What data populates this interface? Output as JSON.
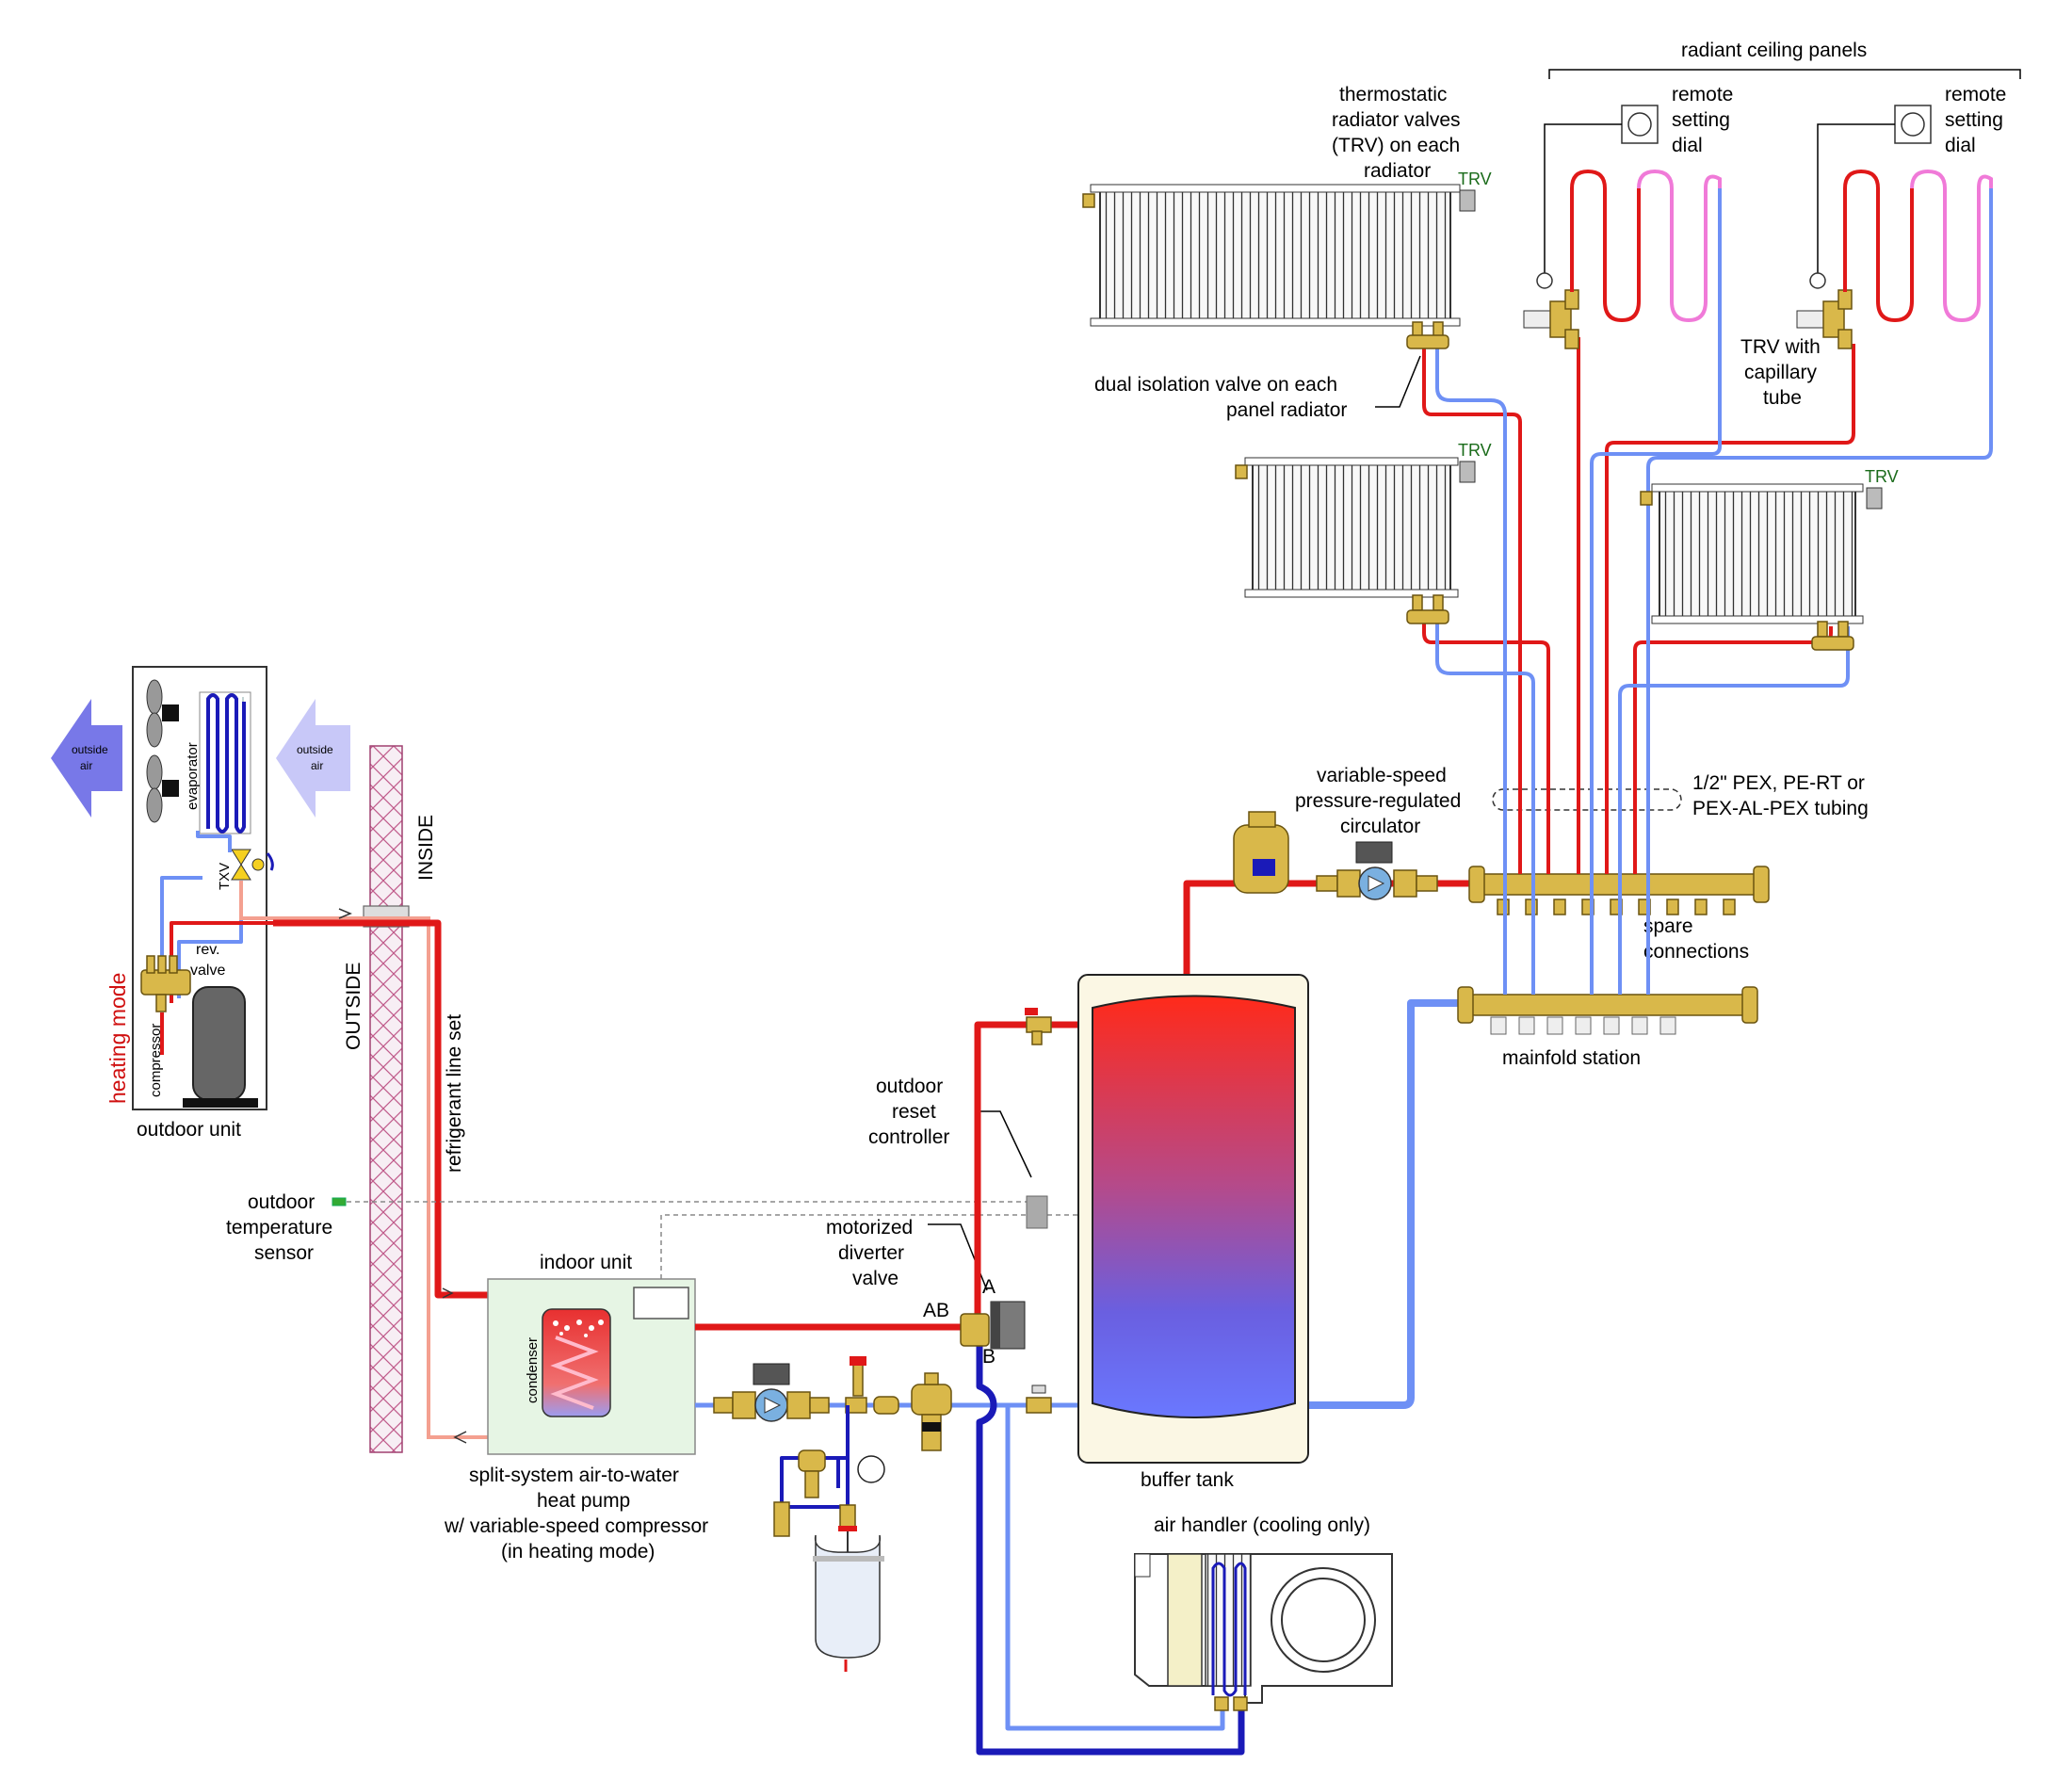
{
  "labels": {
    "radiant_ceiling_panels": "radiant ceiling panels",
    "remote_setting_dial_1": [
      "remote",
      "setting",
      "dial"
    ],
    "remote_setting_dial_2": [
      "remote",
      "setting",
      "dial"
    ],
    "trv_callout": [
      "thermostatic",
      "radiator valves",
      "(TRV) on each",
      "radiator"
    ],
    "trv_tag": "TRV",
    "dual_isolation": [
      "dual isolation valve on each",
      "panel radiator"
    ],
    "trv_capillary": [
      "TRV with",
      "capillary",
      "tube"
    ],
    "circulator": [
      "variable-speed",
      "pressure-regulated",
      "circulator"
    ],
    "tubing": [
      "1/2\" PEX, PE-RT or",
      "PEX-AL-PEX tubing"
    ],
    "spare_connections": [
      "spare",
      "connections"
    ],
    "manifold_station": "mainfold station",
    "outside_air": [
      "outside",
      "air"
    ],
    "evaporator": "evaporator",
    "txv": "TXV",
    "rev_valve": [
      "rev.",
      "valve"
    ],
    "compressor": "compressor",
    "heating_mode": "heating mode",
    "outdoor_unit": "outdoor unit",
    "inside": "INSIDE",
    "outside": "OUTSIDE",
    "refrigerant_line_set": "refrigerant line set",
    "outdoor_reset_controller": [
      "outdoor",
      "reset",
      "controller"
    ],
    "outdoor_temperature_sensor": [
      "outdoor",
      "temperature",
      "sensor"
    ],
    "indoor_unit": "indoor unit",
    "condenser": "condenser",
    "motorized_diverter_valve": [
      "motorized",
      "diverter",
      "valve"
    ],
    "port_ab": "AB",
    "port_a": "A",
    "port_b": "B",
    "buffer_tank": "buffer tank",
    "heat_pump_caption": [
      "split-system air-to-water",
      "heat pump",
      "w/ variable-speed compressor",
      "(in heating mode)"
    ],
    "air_handler": "air handler (cooling only)"
  },
  "colors": {
    "supply_hot": "#e01818",
    "return_cool": "#6e90f5",
    "chilled_return": "#1a1ab8",
    "brass": "#d9b84a",
    "wall_hatch": "#c05a8a",
    "indoor_unit_fill": "#e6f5e4",
    "buffer_tank_shell": "#fbf7e4"
  }
}
